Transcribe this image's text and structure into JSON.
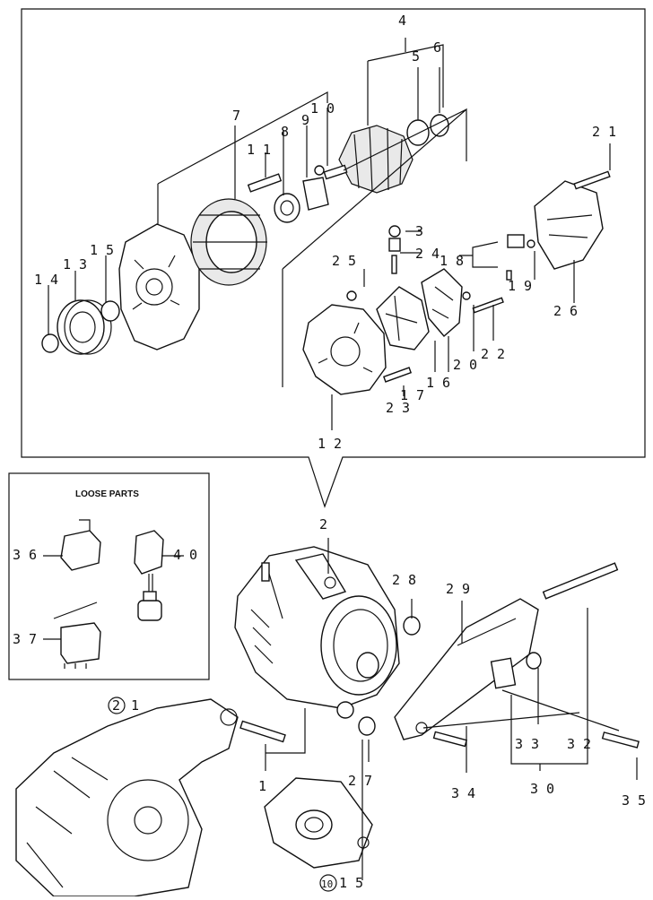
{
  "box_title": "LOOSE PARTS",
  "callouts": {
    "c1": "1",
    "c1b": "1",
    "c2": "2",
    "c2top": "2",
    "c4": "4",
    "c5": "5",
    "c6": "6",
    "c7": "7",
    "c8": "8",
    "c9": "9",
    "c10": "1 0",
    "c11": "1 1",
    "c12": "1 2",
    "c13": "1 3",
    "c14": "1 4",
    "c15": "1 5",
    "c15b": "1 5",
    "c16": "1 6",
    "c17": "1 7",
    "c18": "1 8",
    "c19": "1 9",
    "c20": "2 0",
    "c21": "2 1",
    "c22": "2 2",
    "c23": "2 3",
    "c24": "2 4",
    "c25": "2 5",
    "c26": "2 6",
    "c27": "2 7",
    "c28": "2 8",
    "c29": "2 9",
    "c3": "3",
    "c30": "3 0",
    "c32": "3 2",
    "c33": "3 3",
    "c34": "3 4",
    "c35": "3 5",
    "c36": "3 6",
    "c37": "3 7",
    "c40": "4 0"
  },
  "refs": {
    "ref2": "2",
    "ref10": "10"
  }
}
